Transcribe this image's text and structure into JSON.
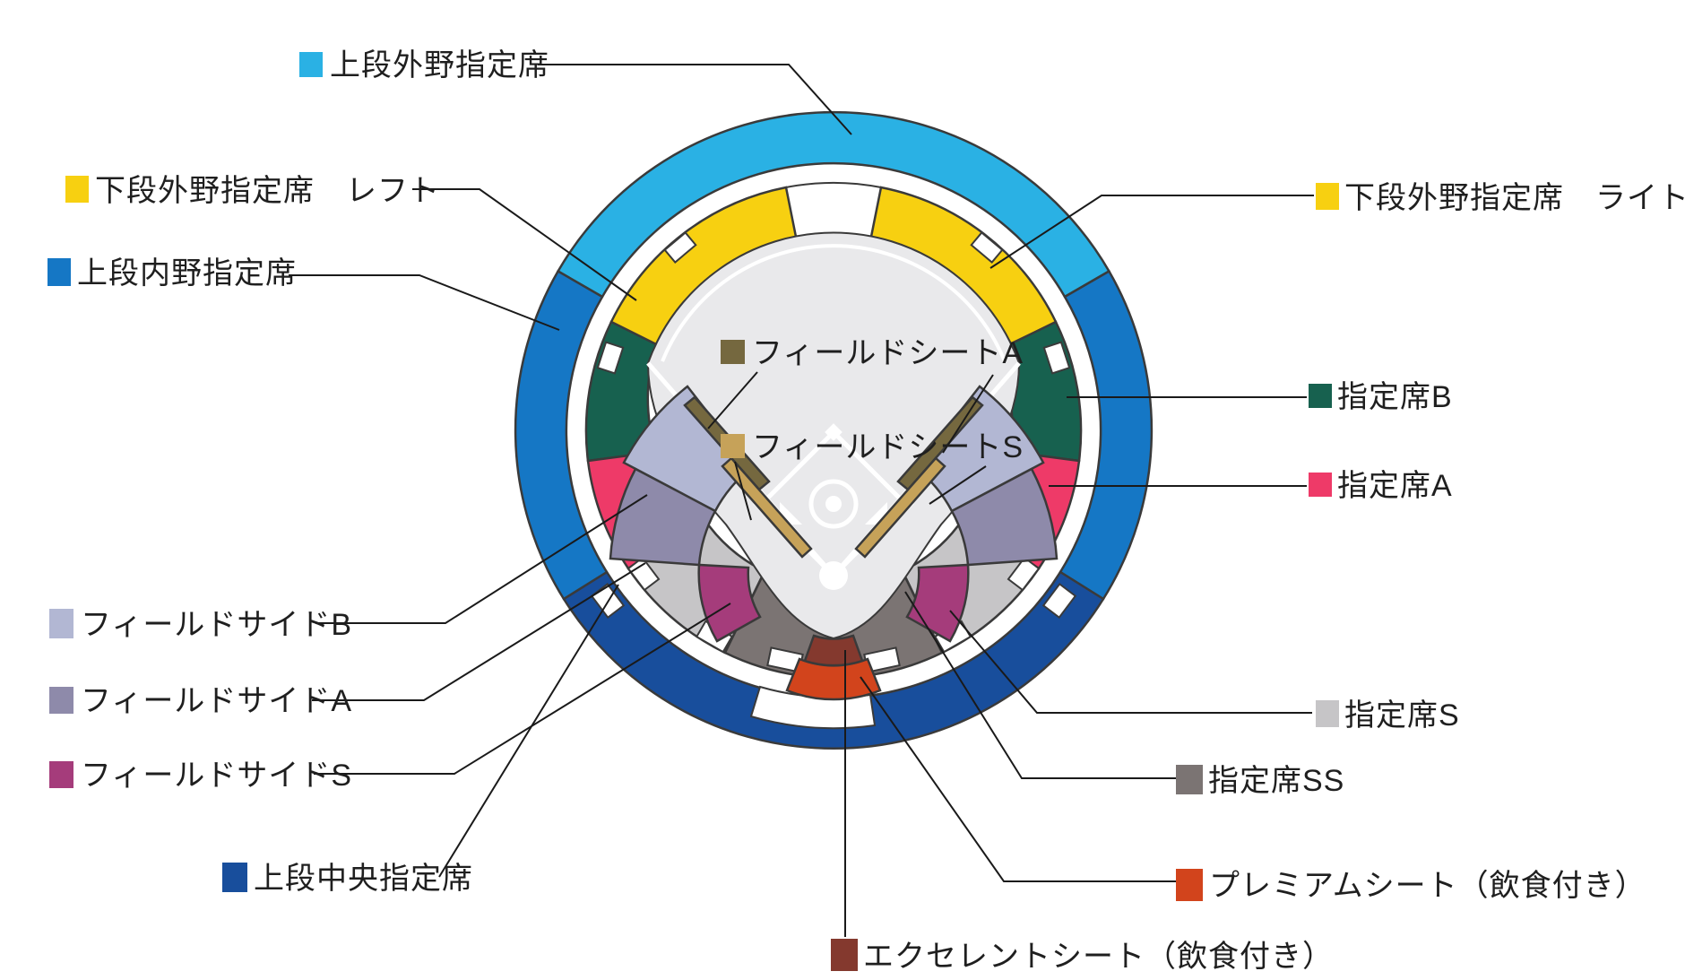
{
  "diagram": {
    "type": "stadium-seating-map",
    "description": "Baseball stadium seat category map with legend labels and leader lines"
  },
  "colors": {
    "upper_outfield": "#2AB1E4",
    "lower_outfield": "#F7D011",
    "upper_infield": "#1577C5",
    "upper_central": "#184E9C",
    "field_side_b": "#B2B7D3",
    "field_side_a": "#8E8AAA",
    "field_side_s": "#A53C7B",
    "reserved_b": "#17614F",
    "reserved_a": "#EE3A68",
    "reserved_s": "#C6C5C7",
    "reserved_ss": "#7B7473",
    "premium": "#D2441C",
    "excellent": "#84392E",
    "field_sheet_a": "#75683F",
    "field_sheet_s": "#C6A259",
    "field": "#E9E9EB"
  },
  "legend": {
    "items": [
      {
        "label": "上段外野指定席"
      },
      {
        "label": "下段外野指定席　レフト"
      },
      {
        "label": "上段内野指定席"
      },
      {
        "label": "フィールドサイドB"
      },
      {
        "label": "フィールドサイドA"
      },
      {
        "label": "フィールドサイドS"
      },
      {
        "label": "上段中央指定席"
      },
      {
        "label": "フィールドシートA"
      },
      {
        "label": "フィールドシートS"
      },
      {
        "label": "下段外野指定席　ライト"
      },
      {
        "label": "指定席B"
      },
      {
        "label": "指定席A"
      },
      {
        "label": "指定席S"
      },
      {
        "label": "指定席SS"
      },
      {
        "label": "プレミアムシート（飲食付き）"
      },
      {
        "label": "エクセレントシート（飲食付き）"
      }
    ]
  }
}
